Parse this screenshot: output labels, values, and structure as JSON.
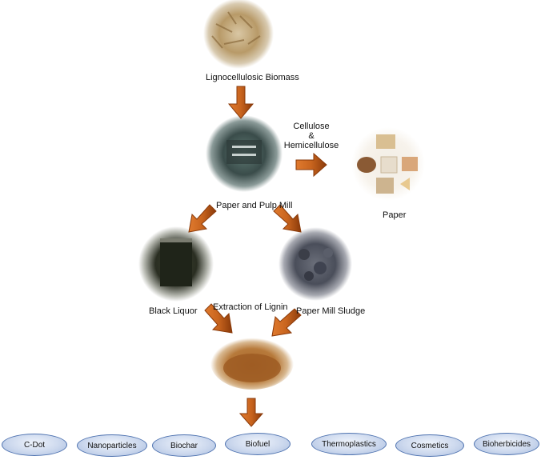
{
  "nodes": {
    "biomass": "Lignocellulosic Biomass",
    "cellulose_line1": "Cellulose",
    "cellulose_line2": "&",
    "cellulose_line3": "Hemicellulose",
    "mill": "Paper and Pulp Mill",
    "paper": "Paper",
    "black_liquor": "Black Liquor",
    "extraction": "Extraction of Lignin",
    "sludge": "Paper Mill Sludge"
  },
  "products": [
    "C-Dot",
    "Nanoparticles",
    "Biochar",
    "Biofuel",
    "Thermoplastics",
    "Cosmetics",
    "Bioherbicides"
  ],
  "colors": {
    "arrow": "#c8641e",
    "arrow_dark": "#8a3a0a",
    "pill_border": "#4f73b0",
    "pill_fill": "#cdd9ee"
  }
}
